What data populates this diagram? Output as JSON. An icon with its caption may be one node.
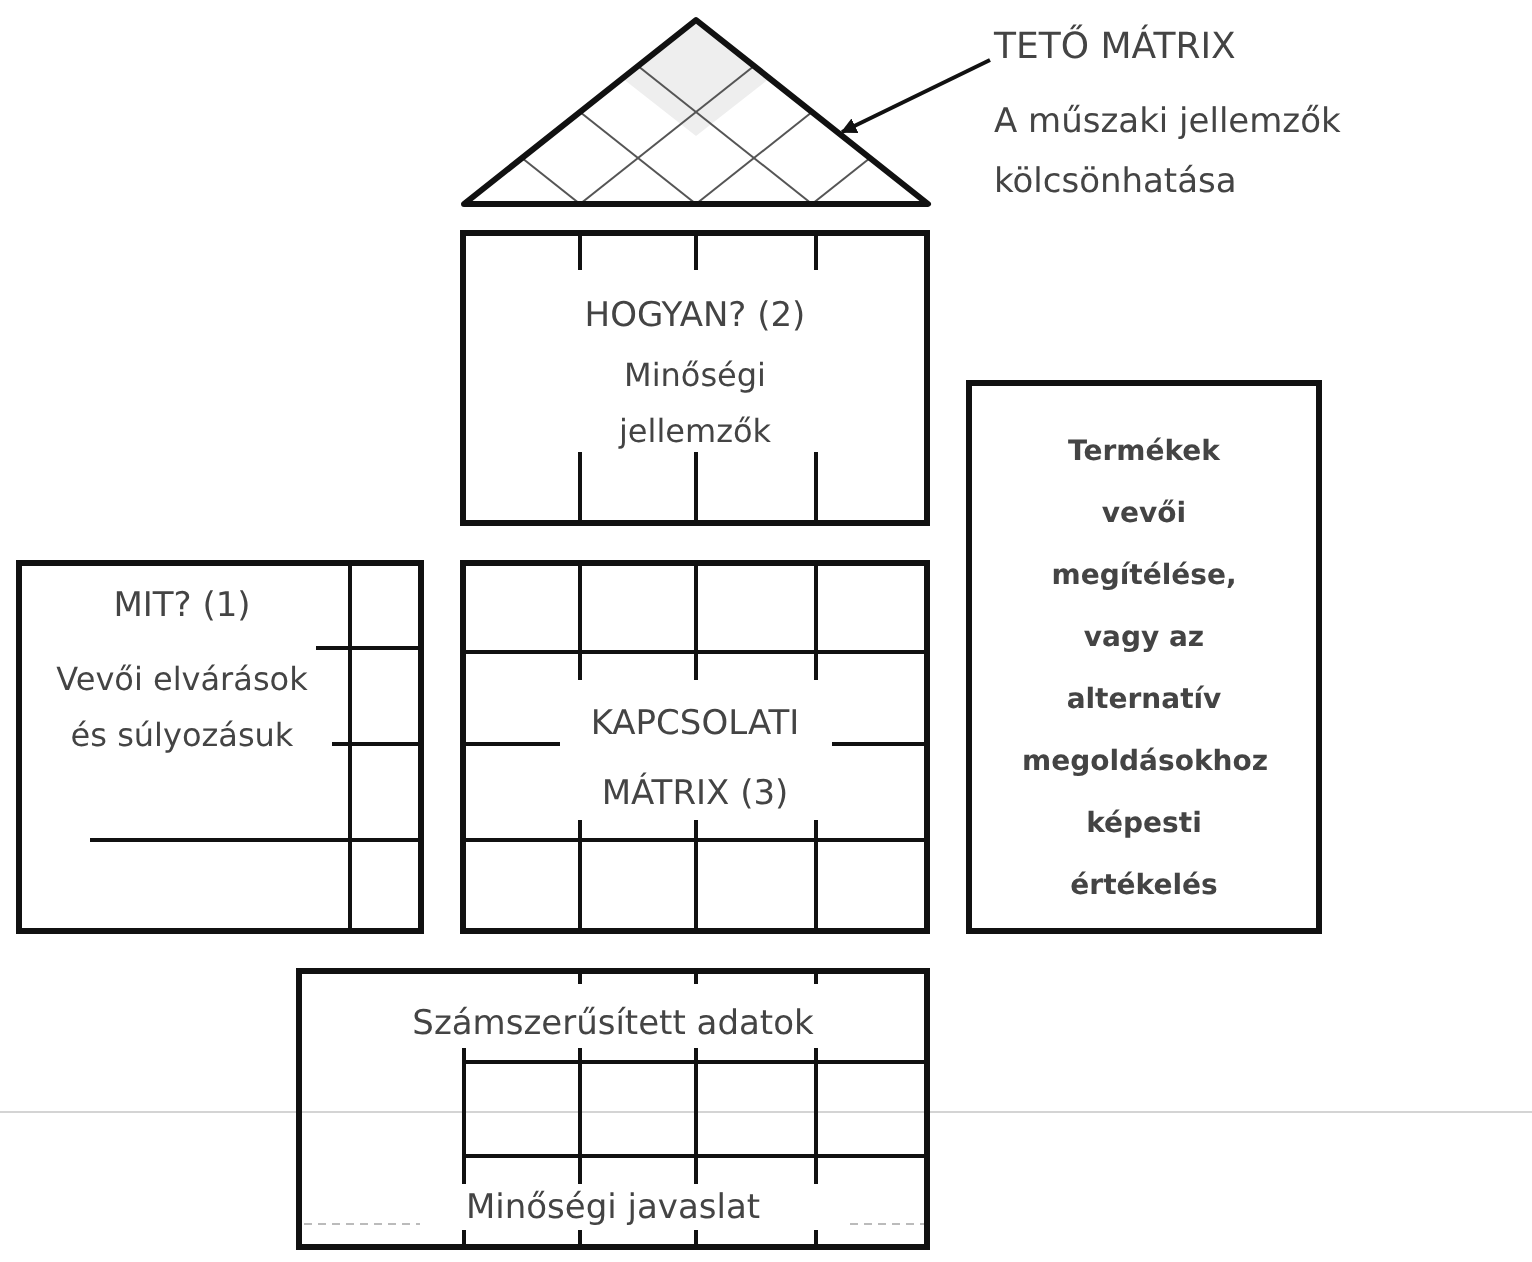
{
  "diagram": {
    "nodes": [
      {
        "text": [],
        "shape": "triangle"
      },
      {
        "text": [
          "TETŐ MÁTRIX",
          "A műszaki jellemzők kölcsönhatása"
        ]
      },
      {
        "text": [
          "HOGYAN? (2)",
          "Minőségi jellemzők"
        ]
      },
      {
        "text": [
          "Termékek vevői megítélése, vagy az alternatív megoldásokhoz képesti értékelés"
        ]
      },
      {
        "text": [
          "MIT? (1)",
          "Vevői elvárások és súlyozásuk"
        ]
      },
      {
        "text": [
          "KAPCSOLATI MÁTRIX (3)"
        ]
      },
      {
        "text": [
          "Számszerűsített adatok",
          "Minőségi javaslat"
        ]
      }
    ],
    "edges": [
      {
        "from": 1,
        "to": 0,
        "arrow": "to"
      }
    ]
  }
}
